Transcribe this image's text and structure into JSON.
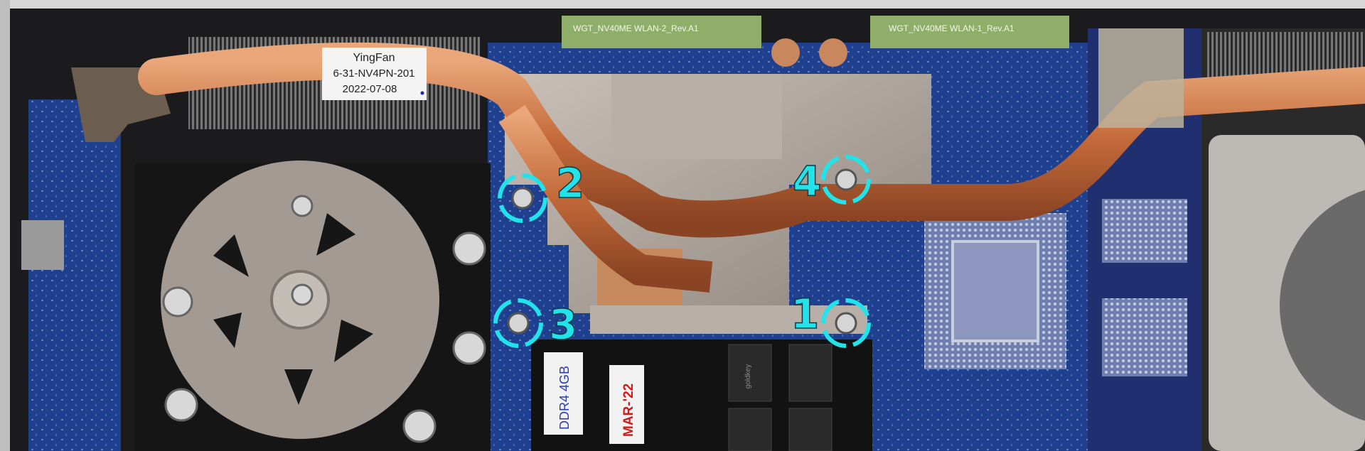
{
  "heatsink_label": {
    "brand": "YingFan",
    "part": "6-31-NV4PN-201",
    "date": "2022-07-08"
  },
  "antennas": [
    "WGT_NV40ME WLAN-2_Rev.A1",
    "WGT_NV40ME WLAN-1_Rev.A1"
  ],
  "screw_markers": [
    "1",
    "2",
    "3",
    "4"
  ],
  "marker_color": "#22e3ea",
  "ram": {
    "sticker": "DDR4 4GB",
    "date": "MAR-'22",
    "chip_brand": "goldkey"
  }
}
